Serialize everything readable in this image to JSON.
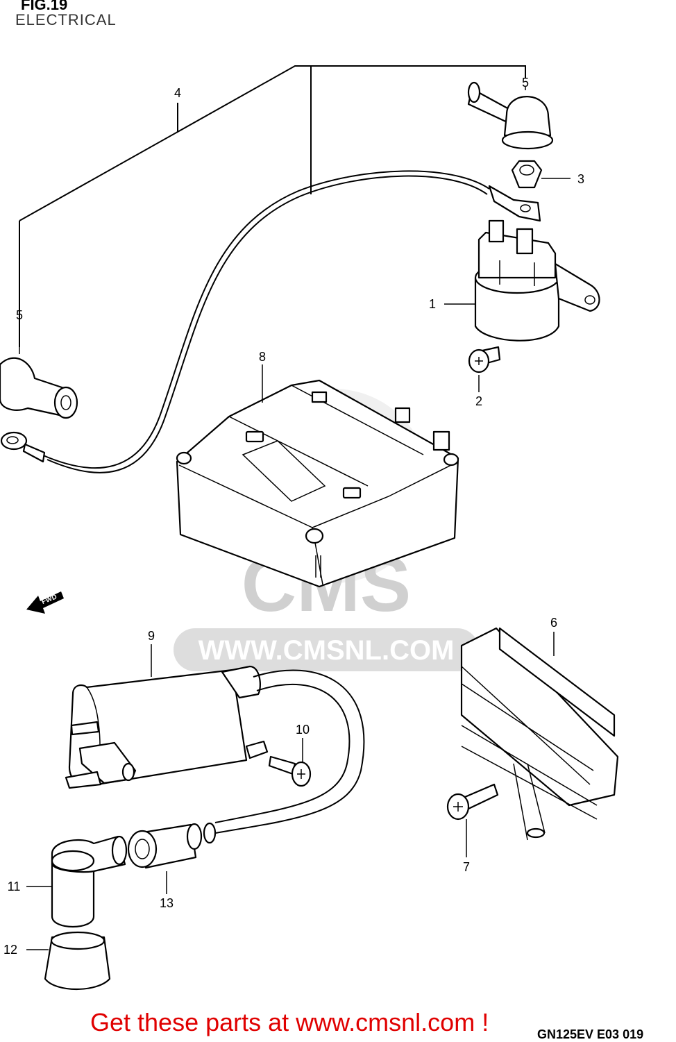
{
  "header": {
    "figure": "FIG.19",
    "section": "ELECTRICAL"
  },
  "watermark": {
    "brand": "CMS",
    "url": "WWW.CMSNL.COM"
  },
  "fwd_arrow": "FWD",
  "callouts": [
    "1",
    "2",
    "3",
    "4",
    "5",
    "5",
    "6",
    "7",
    "8",
    "9",
    "10",
    "11",
    "12",
    "13"
  ],
  "footer": {
    "cta": "Get these parts at www.cmsnl.com !",
    "code": "GN125EV E03 019"
  },
  "colors": {
    "cta": "#e00000",
    "watermark": "#d4d4d4",
    "ink": "#000000"
  }
}
